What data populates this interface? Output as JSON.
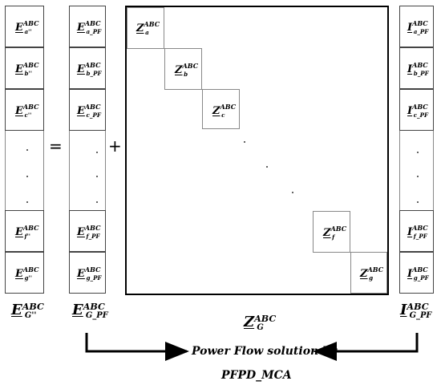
{
  "columns": {
    "e_g": {
      "cells": [
        {
          "base": "E",
          "sup": "ABC",
          "sub": "a''"
        },
        {
          "base": "E",
          "sup": "ABC",
          "sub": "b''"
        },
        {
          "base": "E",
          "sup": "ABC",
          "sub": "c''"
        },
        {
          "base": "E",
          "sup": "ABC",
          "sub": "f''"
        },
        {
          "base": "E",
          "sup": "ABC",
          "sub": "g''"
        }
      ],
      "label": {
        "base": "E",
        "sup": "ABC",
        "sub": "G''"
      }
    },
    "e_pf": {
      "cells": [
        {
          "base": "E",
          "sup": "ABC",
          "sub": "a_PF"
        },
        {
          "base": "E",
          "sup": "ABC",
          "sub": "b_PF"
        },
        {
          "base": "E",
          "sup": "ABC",
          "sub": "c_PF"
        },
        {
          "base": "E",
          "sup": "ABC",
          "sub": "f_PF"
        },
        {
          "base": "E",
          "sup": "ABC",
          "sub": "g_PF"
        }
      ],
      "label": {
        "base": "E",
        "sup": "ABC",
        "sub": "G_PF"
      }
    },
    "i_pf": {
      "cells": [
        {
          "base": "I",
          "sup": "ABC",
          "sub": "a_PF"
        },
        {
          "base": "I",
          "sup": "ABC",
          "sub": "b_PF"
        },
        {
          "base": "I",
          "sup": "ABC",
          "sub": "c_PF"
        },
        {
          "base": "I",
          "sup": "ABC",
          "sub": "f_PF"
        },
        {
          "base": "I",
          "sup": "ABC",
          "sub": "g_PF"
        }
      ],
      "label": {
        "base": "I",
        "sup": "ABC",
        "sub": "G_PF"
      }
    }
  },
  "zmatrix": {
    "cells": [
      {
        "base": "Z",
        "sup": "ABC",
        "sub": "a"
      },
      {
        "base": "Z",
        "sup": "ABC",
        "sub": "b"
      },
      {
        "base": "Z",
        "sup": "ABC",
        "sub": "c"
      },
      {
        "base": "Z",
        "sup": "ABC",
        "sub": "f"
      },
      {
        "base": "Z",
        "sup": "ABC",
        "sub": "g"
      }
    ],
    "label": {
      "base": "Z",
      "sup": "ABC",
      "sub": "G"
    }
  },
  "operators": {
    "equals": "=",
    "plus": "+"
  },
  "caption": {
    "line1": "Power Flow solution by",
    "line2": "PFPD_MCA"
  }
}
